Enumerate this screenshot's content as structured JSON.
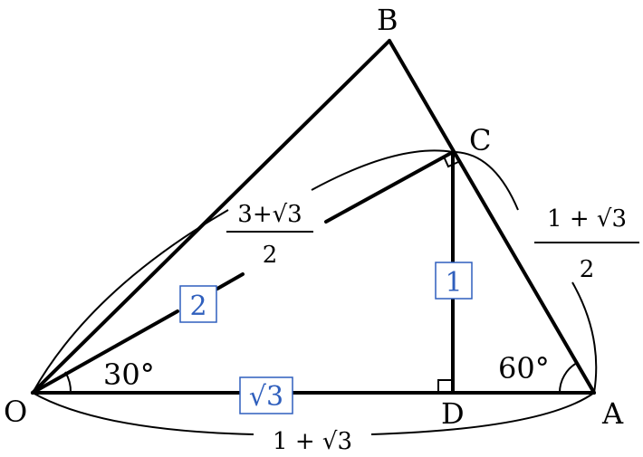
{
  "points": {
    "O": "O",
    "A": "A",
    "B": "B",
    "C": "C",
    "D": "D"
  },
  "angles": {
    "at_O": "30°",
    "at_A": "60°"
  },
  "boxed_lengths": {
    "OC": "2",
    "CD": "1",
    "OD": "√3"
  },
  "brace_lengths": {
    "OA": "1 + √3",
    "CA_numerator": "1 + √3",
    "CA_denominator": "2",
    "OC_half_numerator": "3+√3",
    "OC_half_denominator": "2"
  },
  "colors": {
    "line": "#000000",
    "box": "#2f5fbd",
    "background": "#ffffff"
  }
}
